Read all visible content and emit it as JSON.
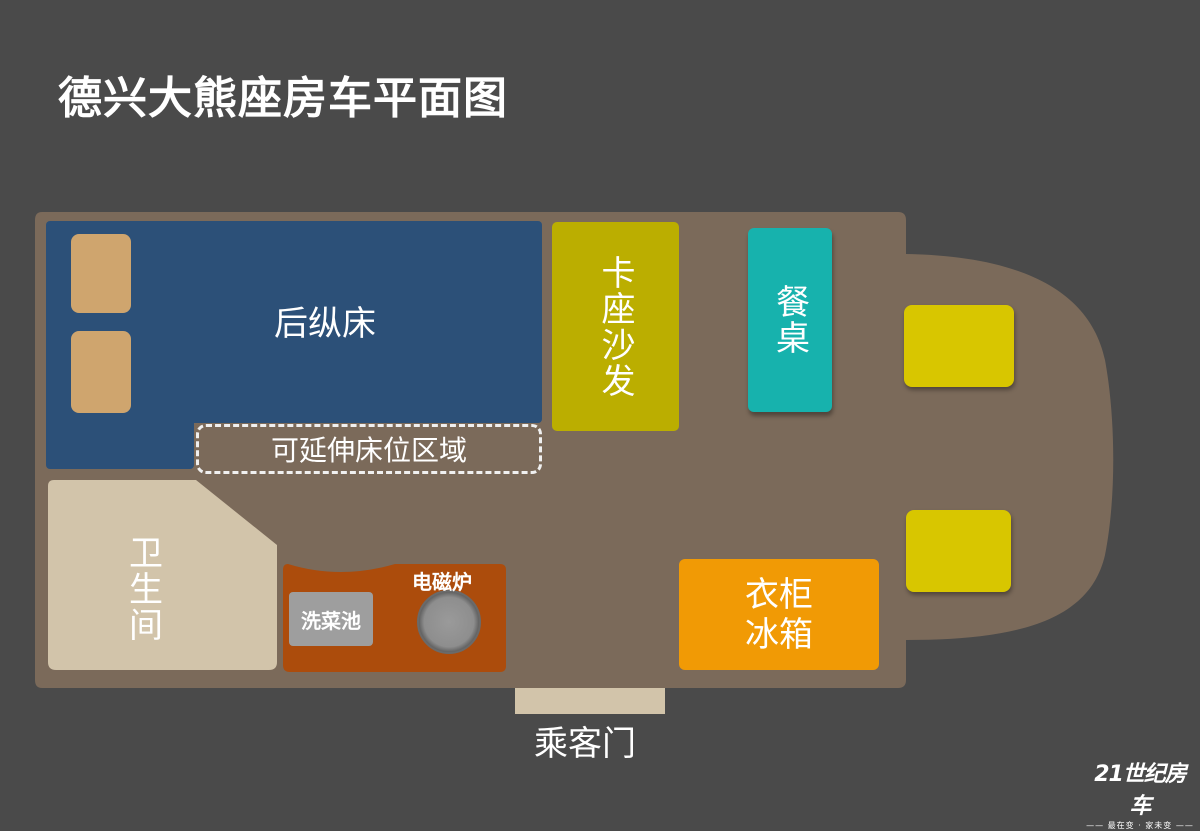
{
  "title": "德兴大熊座房车平面图",
  "rooms": {
    "bed": "后纵床",
    "extendable_bed": "可延伸床位区域",
    "sofa": "卡座沙发",
    "dining_table": "餐桌",
    "bathroom": "卫生间",
    "induction_cooker": "电磁炉",
    "sink": "洗菜池",
    "wardrobe_line1": "衣柜",
    "wardrobe_line2": "冰箱",
    "door": "乘客门"
  },
  "logo": {
    "main": "21世纪房车",
    "tagline": "—— 最在变 · 家未变 ——"
  },
  "colors": {
    "background": "#4a4a4a",
    "body": "#7b6a5a",
    "bed": "#2c5078",
    "pillow": "#cfa56e",
    "sofa": "#bbae00",
    "table": "#17b2ad",
    "seat": "#d8c600",
    "bathroom": "#d2c4aa",
    "kitchen": "#ac4c0c",
    "wardrobe": "#f19a05"
  }
}
